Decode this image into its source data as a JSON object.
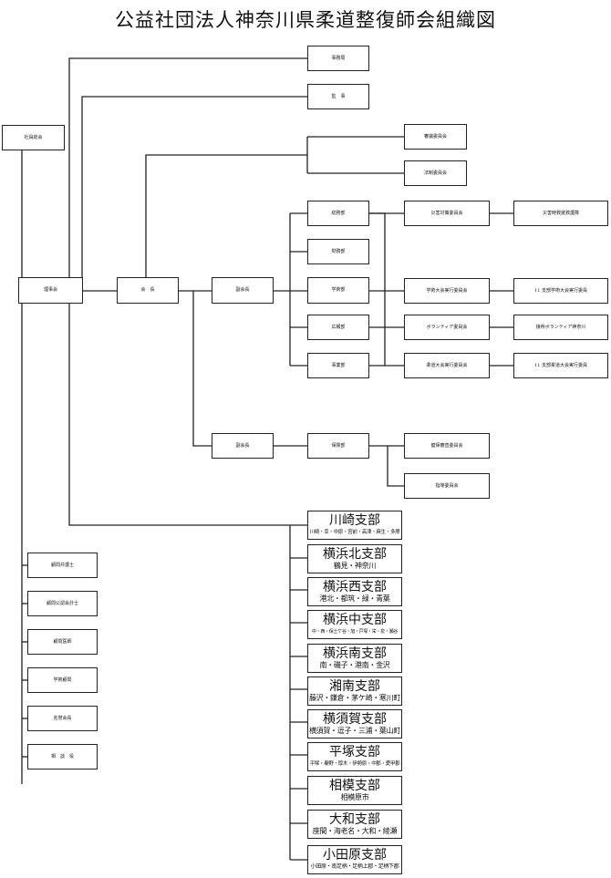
{
  "title": "公益社団法人神奈川県柔道整復師会組織図",
  "nodes": {
    "general_assembly": "社員総会",
    "board": "理事会",
    "secretariat": "事務局",
    "auditor": "監　事",
    "president": "会　長",
    "deliberation_committee": "審議委員会",
    "legal_committee": "法制委員会",
    "vice_president_1": "副会長",
    "vice_president_2": "副会長",
    "general_affairs": "総務部",
    "finance": "財務部",
    "academic": "学術部",
    "public_relations": "広報部",
    "business": "事業部",
    "insurance": "保険部",
    "disaster_committee": "災害対策委員会",
    "disaster_rescue_team": "災害時救援救護隊",
    "academic_conference_committee": "学術大会実行委員会",
    "academic_conference_11branch": "11 支部学術大会実行委員",
    "volunteer_committee": "ボランティア委員会",
    "volunteer_kanagawa": "接骨ボランティア神奈川",
    "judo_conference_committee": "柔道大会実行委員会",
    "judo_conference_11branch": "11 支部柔道大会実行委員",
    "health_insurance_review": "健保審査委員会",
    "guidance_committee": "指導委員会"
  },
  "advisors": [
    "顧問弁護士",
    "顧問公認会計士",
    "顧問医師",
    "学術顧問",
    "名誉会長",
    "相　談　役"
  ],
  "branches": [
    {
      "name": "川崎支部",
      "areas": "川崎・幸・中原・宮前・高津・麻生・多摩"
    },
    {
      "name": "横浜北支部",
      "areas": "鶴見・神奈川"
    },
    {
      "name": "横浜西支部",
      "areas": "港北・都筑・緑・青葉"
    },
    {
      "name": "横浜中支部",
      "areas": "中・西・保土ケ谷・旭・戸塚・栄・泉・瀬谷"
    },
    {
      "name": "横浜南支部",
      "areas": "南・磯子・港南・金沢"
    },
    {
      "name": "湘南支部",
      "areas": "藤沢・鎌倉・茅ケ崎・寒川町"
    },
    {
      "name": "横須賀支部",
      "areas": "横須賀・逗子・三浦・葉山町"
    },
    {
      "name": "平塚支部",
      "areas": "平塚・秦野・厚木・伊勢原・中郡・愛甲郡"
    },
    {
      "name": "相模支部",
      "areas": "相模原市"
    },
    {
      "name": "大和支部",
      "areas": "座間・海老名・大和・綾瀬"
    },
    {
      "name": "小田原支部",
      "areas": "小田原・南足柄・足柄上郡・足柄下郡"
    }
  ]
}
